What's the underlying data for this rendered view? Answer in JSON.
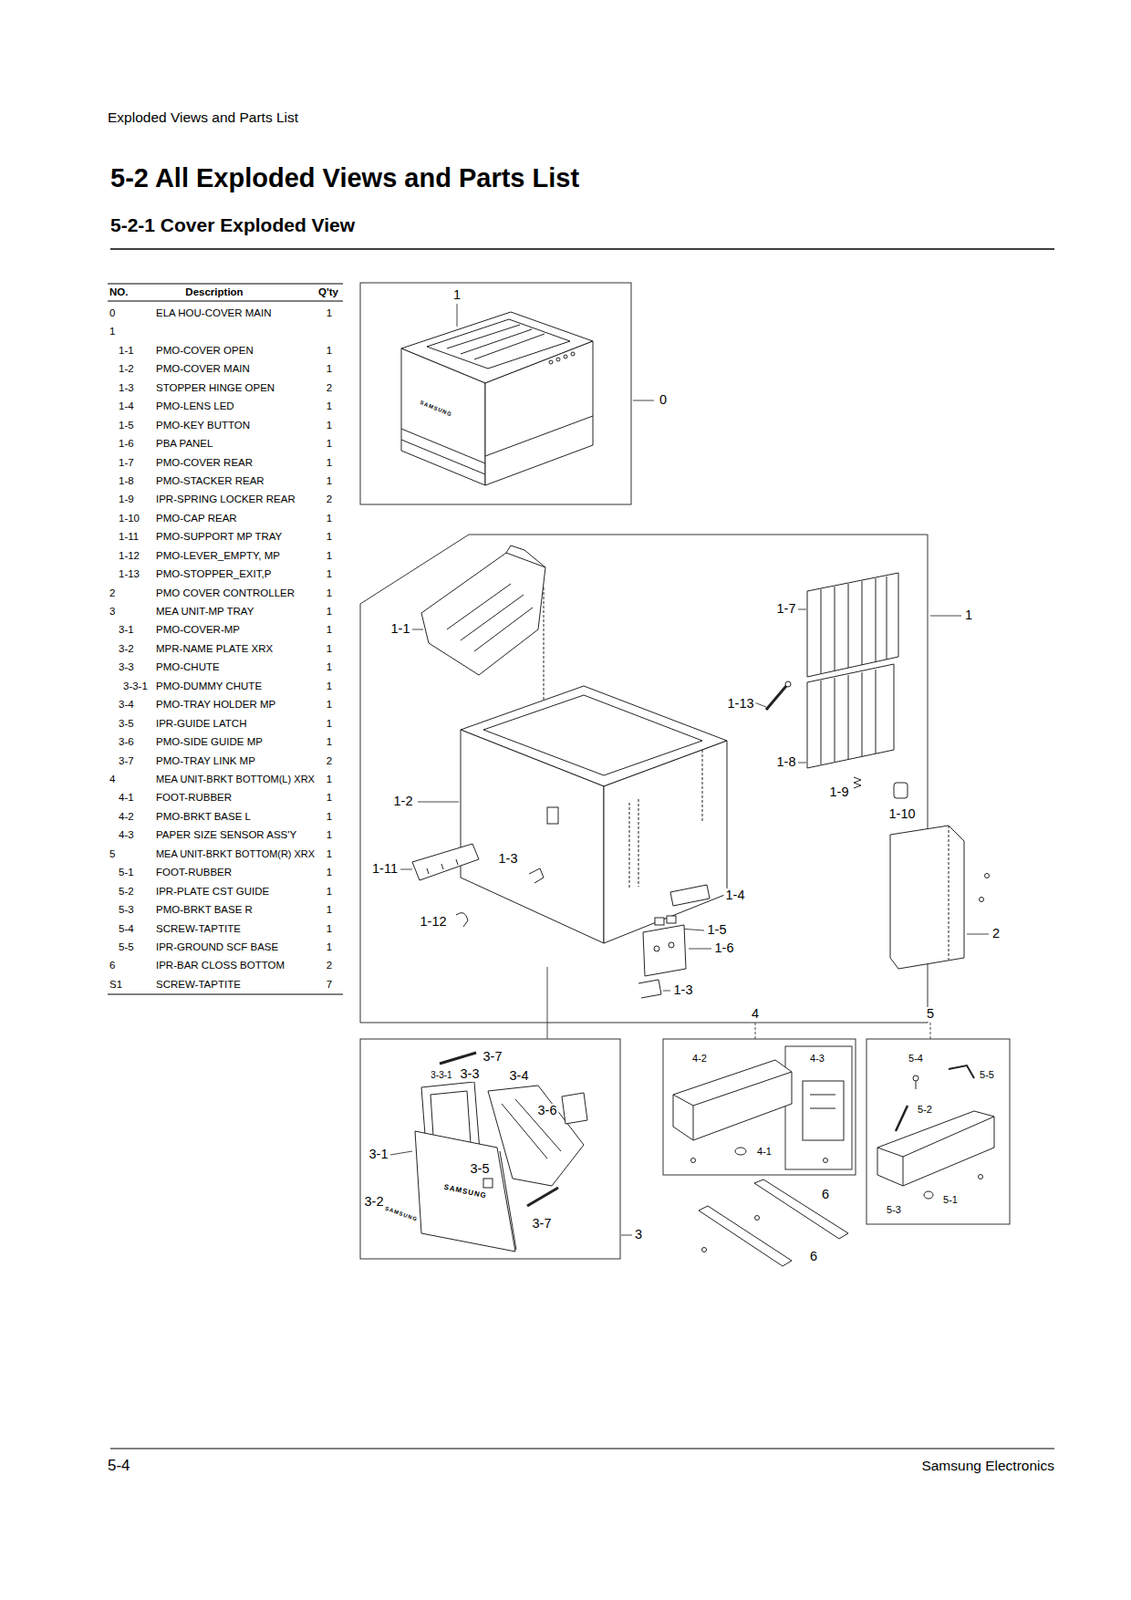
{
  "diagram": {
    "title": "5-2 All Exploded Views and Parts List",
    "labels": [
      "Exploded Views and Parts List",
      "5-2-1 Cover Exploded View",
      "NO.",
      "Description",
      "Q'ty",
      "0",
      "ELA HOU-COVER MAIN",
      "1",
      "1",
      "1-1",
      "PMO-COVER OPEN",
      "1",
      "1-2",
      "PMO-COVER MAIN",
      "1",
      "1-3",
      "STOPPER HINGE OPEN",
      "2",
      "1-4",
      "PMO-LENS LED",
      "1",
      "1-5",
      "PMO-KEY BUTTON",
      "1",
      "1-6",
      "PBA PANEL",
      "1",
      "1-7",
      "PMO-COVER REAR",
      "1",
      "1-8",
      "PMO-STACKER REAR",
      "1",
      "1-9",
      "IPR-SPRING LOCKER REAR",
      "2",
      "1-10",
      "PMO-CAP REAR",
      "1",
      "1-11",
      "PMO-SUPPORT MP TRAY",
      "1",
      "1-12",
      "PMO-LEVER_EMPTY, MP",
      "1",
      "1-13",
      "PMO-STOPPER_EXIT,P",
      "1",
      "2",
      "PMO COVER CONTROLLER",
      "1",
      "3",
      "MEA UNIT-MP TRAY",
      "1",
      "3-1",
      "PMO-COVER-MP",
      "1",
      "3-2",
      "MPR-NAME PLATE XRX",
      "1",
      "3-3",
      "PMO-CHUTE",
      "1",
      "3-3-1",
      "PMO-DUMMY CHUTE",
      "1",
      "3-4",
      "PMO-TRAY HOLDER MP",
      "1",
      "3-5",
      "IPR-GUIDE LATCH",
      "1",
      "3-6",
      "PMO-SIDE GUIDE MP",
      "1",
      "3-7",
      "PMO-TRAY LINK MP",
      "2",
      "4",
      "MEA UNIT-BRKT BOTTOM(L) XRX",
      "1",
      "4-1",
      "FOOT-RUBBER",
      "1",
      "4-2",
      "PMO-BRKT BASE L",
      "1",
      "4-3",
      "PAPER SIZE SENSOR ASS'Y",
      "1",
      "5",
      "MEA UNIT-BRKT BOTTOM(R) XRX",
      "1",
      "5-1",
      "FOOT-RUBBER",
      "1",
      "5-2",
      "IPR-PLATE CST GUIDE",
      "1",
      "5-3",
      "PMO-BRKT BASE R",
      "1",
      "5-4",
      "SCREW-TAPTITE",
      "1",
      "5-5",
      "IPR-GROUND SCF BASE",
      "1",
      "6",
      "IPR-BAR CLOSS BOTTOM",
      "2",
      "S1",
      "SCREW-TAPTITE",
      "7",
      "5-4",
      "Samsung Electronics",
      "1",
      "0",
      "1",
      "1-1",
      "1-7",
      "1-13",
      "1-8",
      "1-9",
      "1-10",
      "1-2",
      "1-3",
      "1-11",
      "1-12",
      "1-4",
      "1-5",
      "1-6",
      "1-3",
      "2",
      "3-7",
      "3-3-1",
      "3-3",
      "3-4",
      "3-6",
      "3-1",
      "3-5",
      "3-2",
      "3-7",
      "3",
      "4",
      "5",
      "4-2",
      "4-3",
      "4-1",
      "5-4",
      "5-5",
      "5-2",
      "5-3",
      "5-1",
      "6",
      "6",
      "SAMSUNG",
      "SAMSUNG",
      "SAMSUNG"
    ]
  }
}
